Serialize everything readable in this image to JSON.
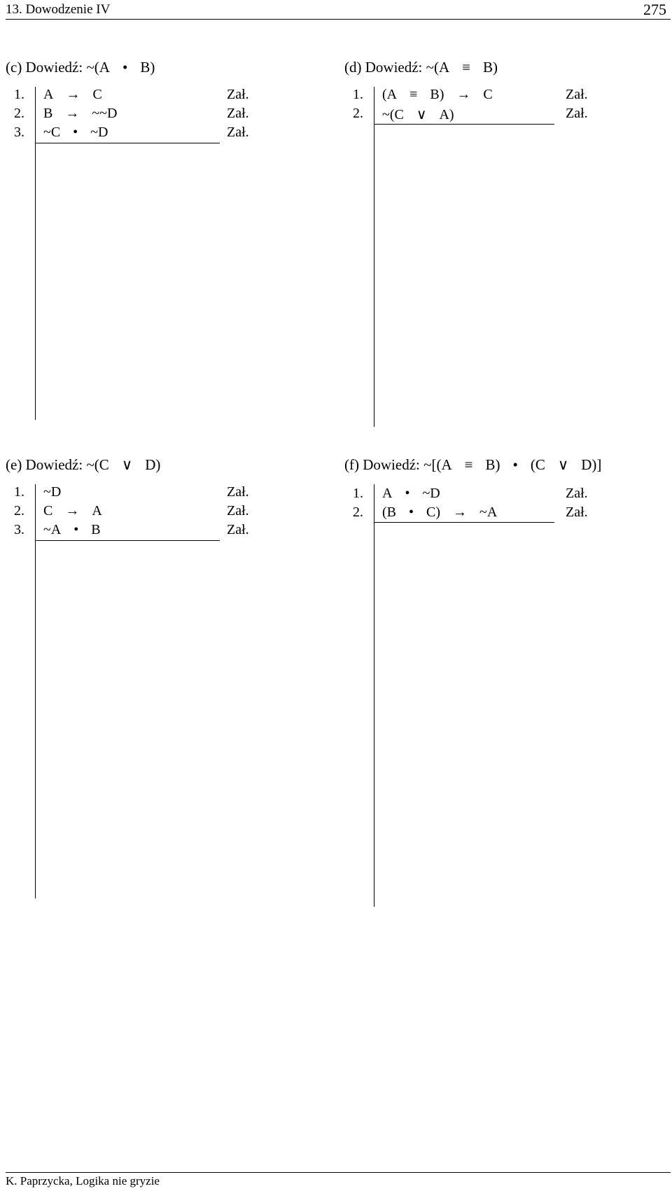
{
  "header": {
    "chapter": "13. Dowodzenie IV",
    "page_number": "275"
  },
  "footer": {
    "text": "K. Paprzycka, Logika nie gryzie"
  },
  "exercises": {
    "c": {
      "title_prefix": "(c) Dowiedź: ~(A",
      "title_op": "•",
      "title_suffix": "B)",
      "rows": [
        {
          "num": "1.",
          "left": "A",
          "op": "→",
          "right": "C",
          "just": "Zał."
        },
        {
          "num": "2.",
          "left": "B",
          "op": "→",
          "right": "~~D",
          "just": "Zał."
        },
        {
          "num": "3.",
          "left": "~C",
          "op": "•",
          "right": "~D",
          "just": "Zał."
        }
      ]
    },
    "d": {
      "title_prefix": "(d) Dowiedź: ~(A",
      "title_op": "≡",
      "title_suffix": "B)",
      "rows": [
        {
          "num": "1.",
          "left": "(A",
          "op": "≡",
          "right": "B)",
          "op2": "→",
          "right2": "C",
          "just": "Zał."
        },
        {
          "num": "2.",
          "left": "~(C",
          "op": "∨",
          "right": "A)",
          "just": "Zał."
        }
      ]
    },
    "e": {
      "title_prefix": "(e) Dowiedź: ~(C",
      "title_op": "∨",
      "title_suffix": "D)",
      "rows": [
        {
          "num": "1.",
          "left": "~D",
          "just": "Zał."
        },
        {
          "num": "2.",
          "left": "C",
          "op": "→",
          "right": "A",
          "just": "Zał."
        },
        {
          "num": "3.",
          "left": "~A",
          "op": "•",
          "right": "B",
          "just": "Zał."
        }
      ]
    },
    "f": {
      "title_prefix": "(f) Dowiedź: ~[(A",
      "title_op": "≡",
      "title_mid": "B)",
      "title_op2": "•",
      "title_mid2": "(C",
      "title_op3": "∨",
      "title_suffix": "D)]",
      "rows": [
        {
          "num": "1.",
          "left": "A",
          "op": "•",
          "right": "~D",
          "just": "Zał."
        },
        {
          "num": "2.",
          "left": "(B",
          "op": "•",
          "right": "C)",
          "op2": "→",
          "right2": "~A",
          "just": "Zał."
        }
      ]
    }
  }
}
